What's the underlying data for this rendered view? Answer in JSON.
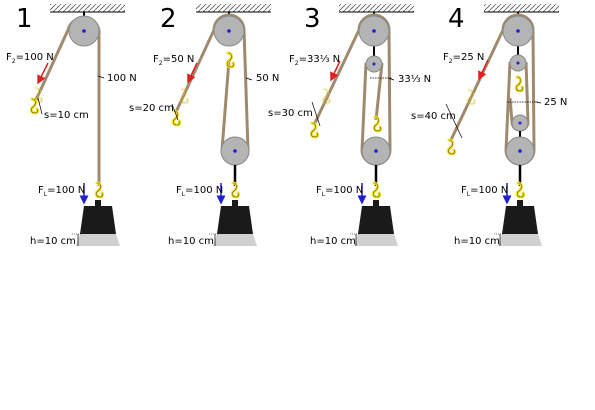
{
  "panels": [
    {
      "number": "1",
      "effort_prefix": "F",
      "effort_sub": "2",
      "effort_value": "=100 N",
      "tension": "100 N",
      "distance": "s=10 cm",
      "load_prefix": "F",
      "load_sub": "L",
      "load_value": "=100 N",
      "height": "h=10 cm"
    },
    {
      "number": "2",
      "effort_prefix": "F",
      "effort_sub": "2",
      "effort_value": "=50 N",
      "tension": "50 N",
      "distance": "s=20 cm",
      "load_prefix": "F",
      "load_sub": "L",
      "load_value": "=100 N",
      "height": "h=10 cm"
    },
    {
      "number": "3",
      "effort_prefix": "F",
      "effort_sub": "2",
      "effort_value": "=33⅓ N",
      "tension": "33⅓ N",
      "distance": "s=30 cm",
      "load_prefix": "F",
      "load_sub": "L",
      "load_value": "=100 N",
      "height": "h=10 cm"
    },
    {
      "number": "4",
      "effort_prefix": "F",
      "effort_sub": "2",
      "effort_value": "=25 N",
      "tension": "25 N",
      "distance": "s=40 cm",
      "load_prefix": "F",
      "load_sub": "L",
      "load_value": "=100 N",
      "height": "h=10 cm"
    }
  ],
  "colors": {
    "rope": "#a08a6e",
    "pulley": "#b4b4b4",
    "hook": "#f2e030",
    "weight": "#1a1a1a",
    "effort_arrow": "#e02020",
    "load_arrow": "#2020d0",
    "floor": "#d0d0d0"
  }
}
